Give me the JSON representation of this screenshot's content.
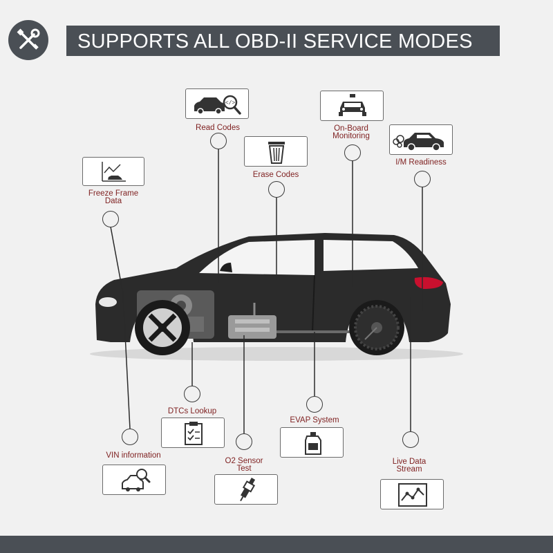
{
  "header": {
    "title": "SUPPORTS ALL OBD-II SERVICE MODES",
    "icon": "wrench-screwdriver-icon"
  },
  "features": {
    "read_codes": {
      "label": "Read Codes",
      "icon": "car-magnifier-icon"
    },
    "freeze_frame": {
      "line1": "Freeze Frame",
      "line2": "Data",
      "icon": "graph-car-icon"
    },
    "erase_codes": {
      "label": "Erase Codes",
      "icon": "trash-can-icon"
    },
    "on_board": {
      "line1": "On-Board",
      "line2": "Monitoring",
      "icon": "police-car-icon"
    },
    "im_readiness": {
      "label": "I/M Readiness",
      "icon": "car-exhaust-icon"
    },
    "dtcs_lookup": {
      "label": "DTCs Lookup",
      "icon": "clipboard-checklist-icon"
    },
    "vin_info": {
      "label": "VIN information",
      "icon": "car-search-icon"
    },
    "evap": {
      "label": "EVAP System",
      "icon": "fuel-canister-icon"
    },
    "o2_sensor": {
      "line1": "O2 Sensor",
      "line2": "Test",
      "icon": "spark-plug-icon"
    },
    "live_data": {
      "line1": "Live Data",
      "line2": "Stream",
      "icon": "line-chart-icon"
    }
  },
  "colors": {
    "banner": "#4a4f55",
    "label_text": "#7e1f1f",
    "car_body": "#2b2b2b",
    "tail_light": "#c8102e",
    "background": "#f1f1f1"
  }
}
